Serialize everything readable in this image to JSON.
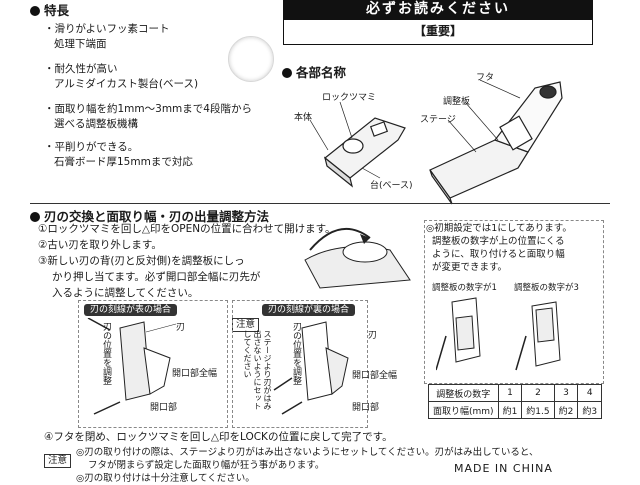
{
  "banner": {
    "title": "必ずお読みください",
    "subtitle": "【重要】"
  },
  "features": {
    "heading": "特長",
    "items": [
      [
        "・滑りがよいフッ素コート",
        "処理下端面"
      ],
      [
        "・耐久性が高い",
        "アルミダイカスト製台(ベース)"
      ],
      [
        "・面取り幅を約1mm～3mmまで4段階から",
        "選べる調整板機構"
      ],
      [
        "・平削りができる。",
        "石膏ボード厚15mmまで対応"
      ]
    ]
  },
  "parts": {
    "heading": "各部名称",
    "labels": {
      "lock_knob": "ロックツマミ",
      "body": "本体",
      "base": "台(ベース)",
      "lid": "フタ",
      "adjust_plate": "調整板",
      "stage": "ステージ"
    }
  },
  "blade_section": {
    "heading": "刃の交換と面取り幅・刃の出量調整方法",
    "steps": [
      "①ロックツマミを回し△印をOPENの位置に合わせて開けます。",
      "②古い刃を取り外します。",
      "③新しい刃の背(刃と反対側)を調整板にしっ",
      "かり押し当てます。必ず開口部全幅に刃先が",
      "入るように調整してください。"
    ],
    "step4": "④フタを閉め、ロックツマミを回し△印をLOCKの位置に戻して完了です。"
  },
  "diagram_left": {
    "header": "刃の刻線が表の場合",
    "vertical_label": "刃の位置を調整",
    "blade": "刃",
    "opening_full": "開口部全幅",
    "opening": "開口部"
  },
  "diagram_mid": {
    "note_tag": "注意",
    "note_text": "ステージより刃がはみ出さないようにセットしてください",
    "header": "刃の刻線が裏の場合",
    "vertical_label": "刃の位置を調整",
    "blade": "刃",
    "opening_full": "開口部全幅",
    "opening": "開口部"
  },
  "initial": {
    "lines": [
      "◎初期設定では1にしてあります。",
      "調整板の数字が上の位置にくる",
      "ように、取り付けると面取り幅",
      "が変更できます。"
    ],
    "case1": "調整板の数字が1",
    "case3": "調整板の数字が3"
  },
  "table": {
    "row1_label": "調整板の数字",
    "row1": [
      "1",
      "2",
      "3",
      "4"
    ],
    "row2_label": "面取り幅(mm)",
    "row2": [
      "約1",
      "約1.5",
      "約2",
      "約3"
    ]
  },
  "caution": {
    "tag": "注意",
    "lines": [
      "◎刃の取り付けの際は、ステージより刃がはみ出さないようにセットしてください。刃がはみ出していると、",
      "フタが閉まらず設定した面取り幅が狂う事があります。",
      "◎刃の取り付けは十分注意してください。"
    ]
  },
  "made_in": "MADE IN CHINA"
}
